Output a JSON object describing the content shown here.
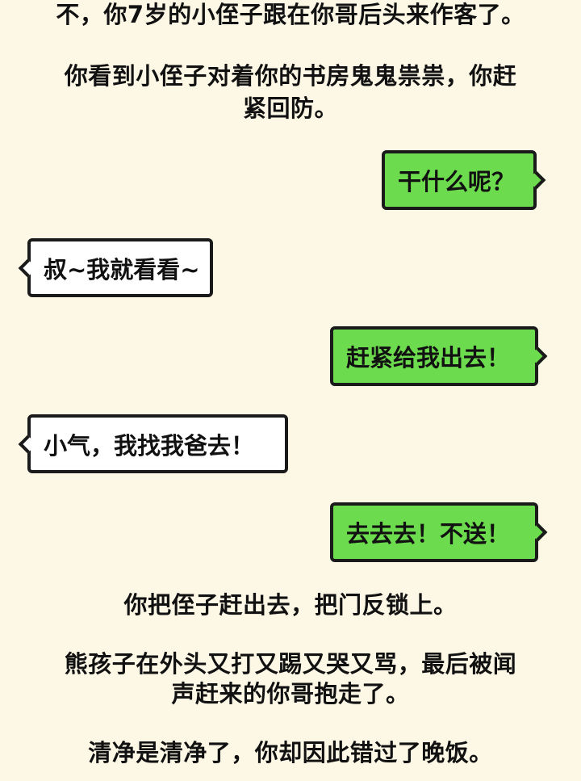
{
  "narration": {
    "line1": "不，你7岁的小侄子跟在你哥后头来作客了。",
    "line2a": "你看到小侄子对着你的书房鬼鬼祟祟，你赶",
    "line2b": "紧回防。",
    "line3": "你把侄子赶出去，把门反锁上。",
    "line4a": "熊孩子在外头又打又踢又哭又骂，最后被闻",
    "line4b": "声赶来的你哥抱走了。",
    "line5": "清净是清净了，你却因此错过了晚饭。"
  },
  "chat": {
    "msg1": "干什么呢？",
    "msg2": "叔~我就看看~",
    "msg3": "赶紧给我出去！",
    "msg4": "小气，我找我爸去！",
    "msg5": "去去去！不送！"
  },
  "colors": {
    "background": "#fdf8e6",
    "player_bubble": "#6ddb4e",
    "npc_bubble": "#ffffff",
    "border": "#1a1a1a"
  }
}
